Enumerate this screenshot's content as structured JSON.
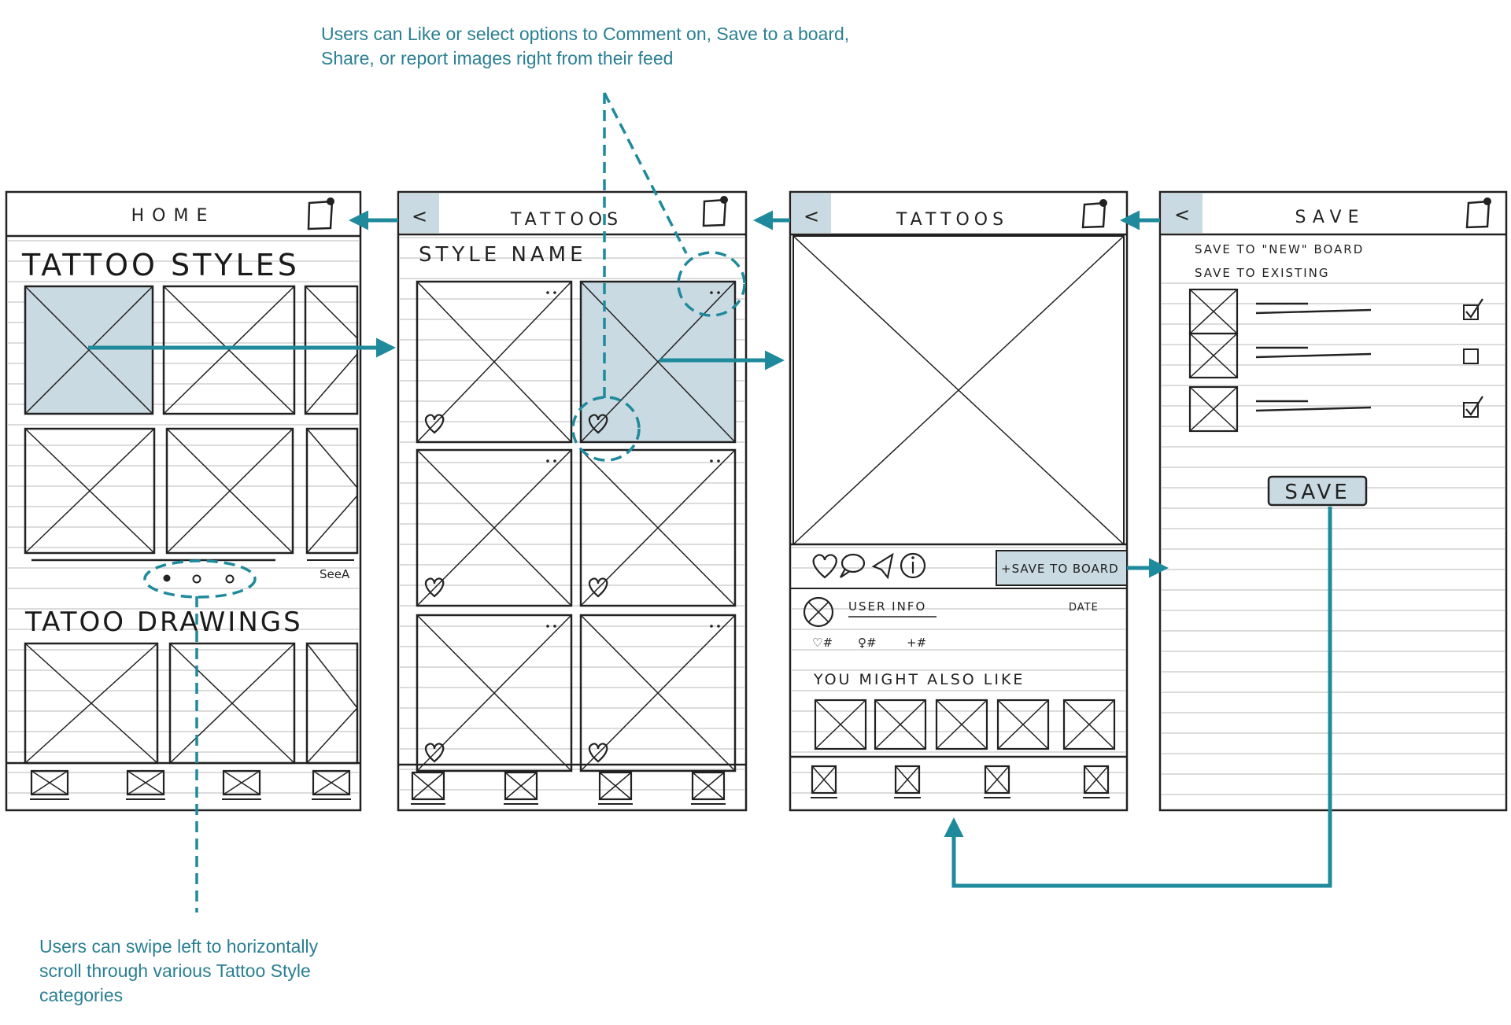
{
  "annotations": {
    "top": {
      "line1": "Users can Like or select options to Comment on, Save to a board,",
      "line2": "Share, or report images right from their feed"
    },
    "bottom": {
      "line1": "Users can swipe left to horizontally",
      "line2": "scroll through various Tattoo Style",
      "line3": "categories"
    }
  },
  "screens": {
    "home": {
      "title": "HOME",
      "section1": "TATTOO STYLES",
      "section2": "TATOO DRAWINGS",
      "see_all": "SeeA"
    },
    "tattoos": {
      "back": "<",
      "title": "TATTOOS",
      "style_name": "STYLE NAME"
    },
    "detail": {
      "back": "<",
      "title": "TATTOOS",
      "save_to_board": "+SAVE TO BOARD",
      "user_info": "USER INFO",
      "date": "DATE",
      "likes_count": "♡#",
      "comments_count": "♀#",
      "saves_count": "+#",
      "might_like": "YOU MIGHT ALSO LIKE"
    },
    "save": {
      "back": "<",
      "title": "SAVE",
      "new_board": "SAVE TO \"NEW\" BOARD",
      "existing": "SAVE TO EXISTING",
      "save_button": "SAVE"
    }
  },
  "colors": {
    "accent": "#1f8a9c",
    "highlight": "#c9dae2",
    "annotation_text": "#2a7f92"
  }
}
